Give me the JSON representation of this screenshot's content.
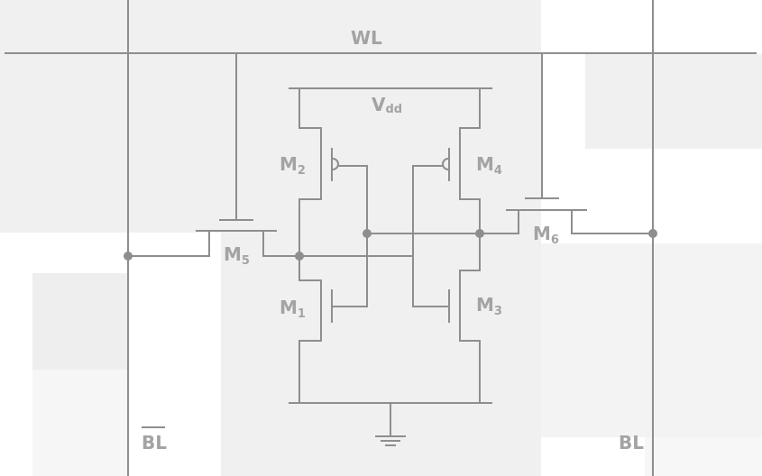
{
  "labels": {
    "wl": "WL",
    "vdd_main": "V",
    "vdd_sub": "dd",
    "bl": "BL",
    "bl_bar": "BL",
    "m1": "M",
    "m1_sub": "1",
    "m2": "M",
    "m2_sub": "2",
    "m3": "M",
    "m3_sub": "3",
    "m4": "M",
    "m4_sub": "4",
    "m5": "M",
    "m5_sub": "5",
    "m6": "M",
    "m6_sub": "6"
  },
  "colors": {
    "wire": "#8e8e8e",
    "label": "#a3a3a3",
    "background_blocks": "#f0f0f0"
  }
}
